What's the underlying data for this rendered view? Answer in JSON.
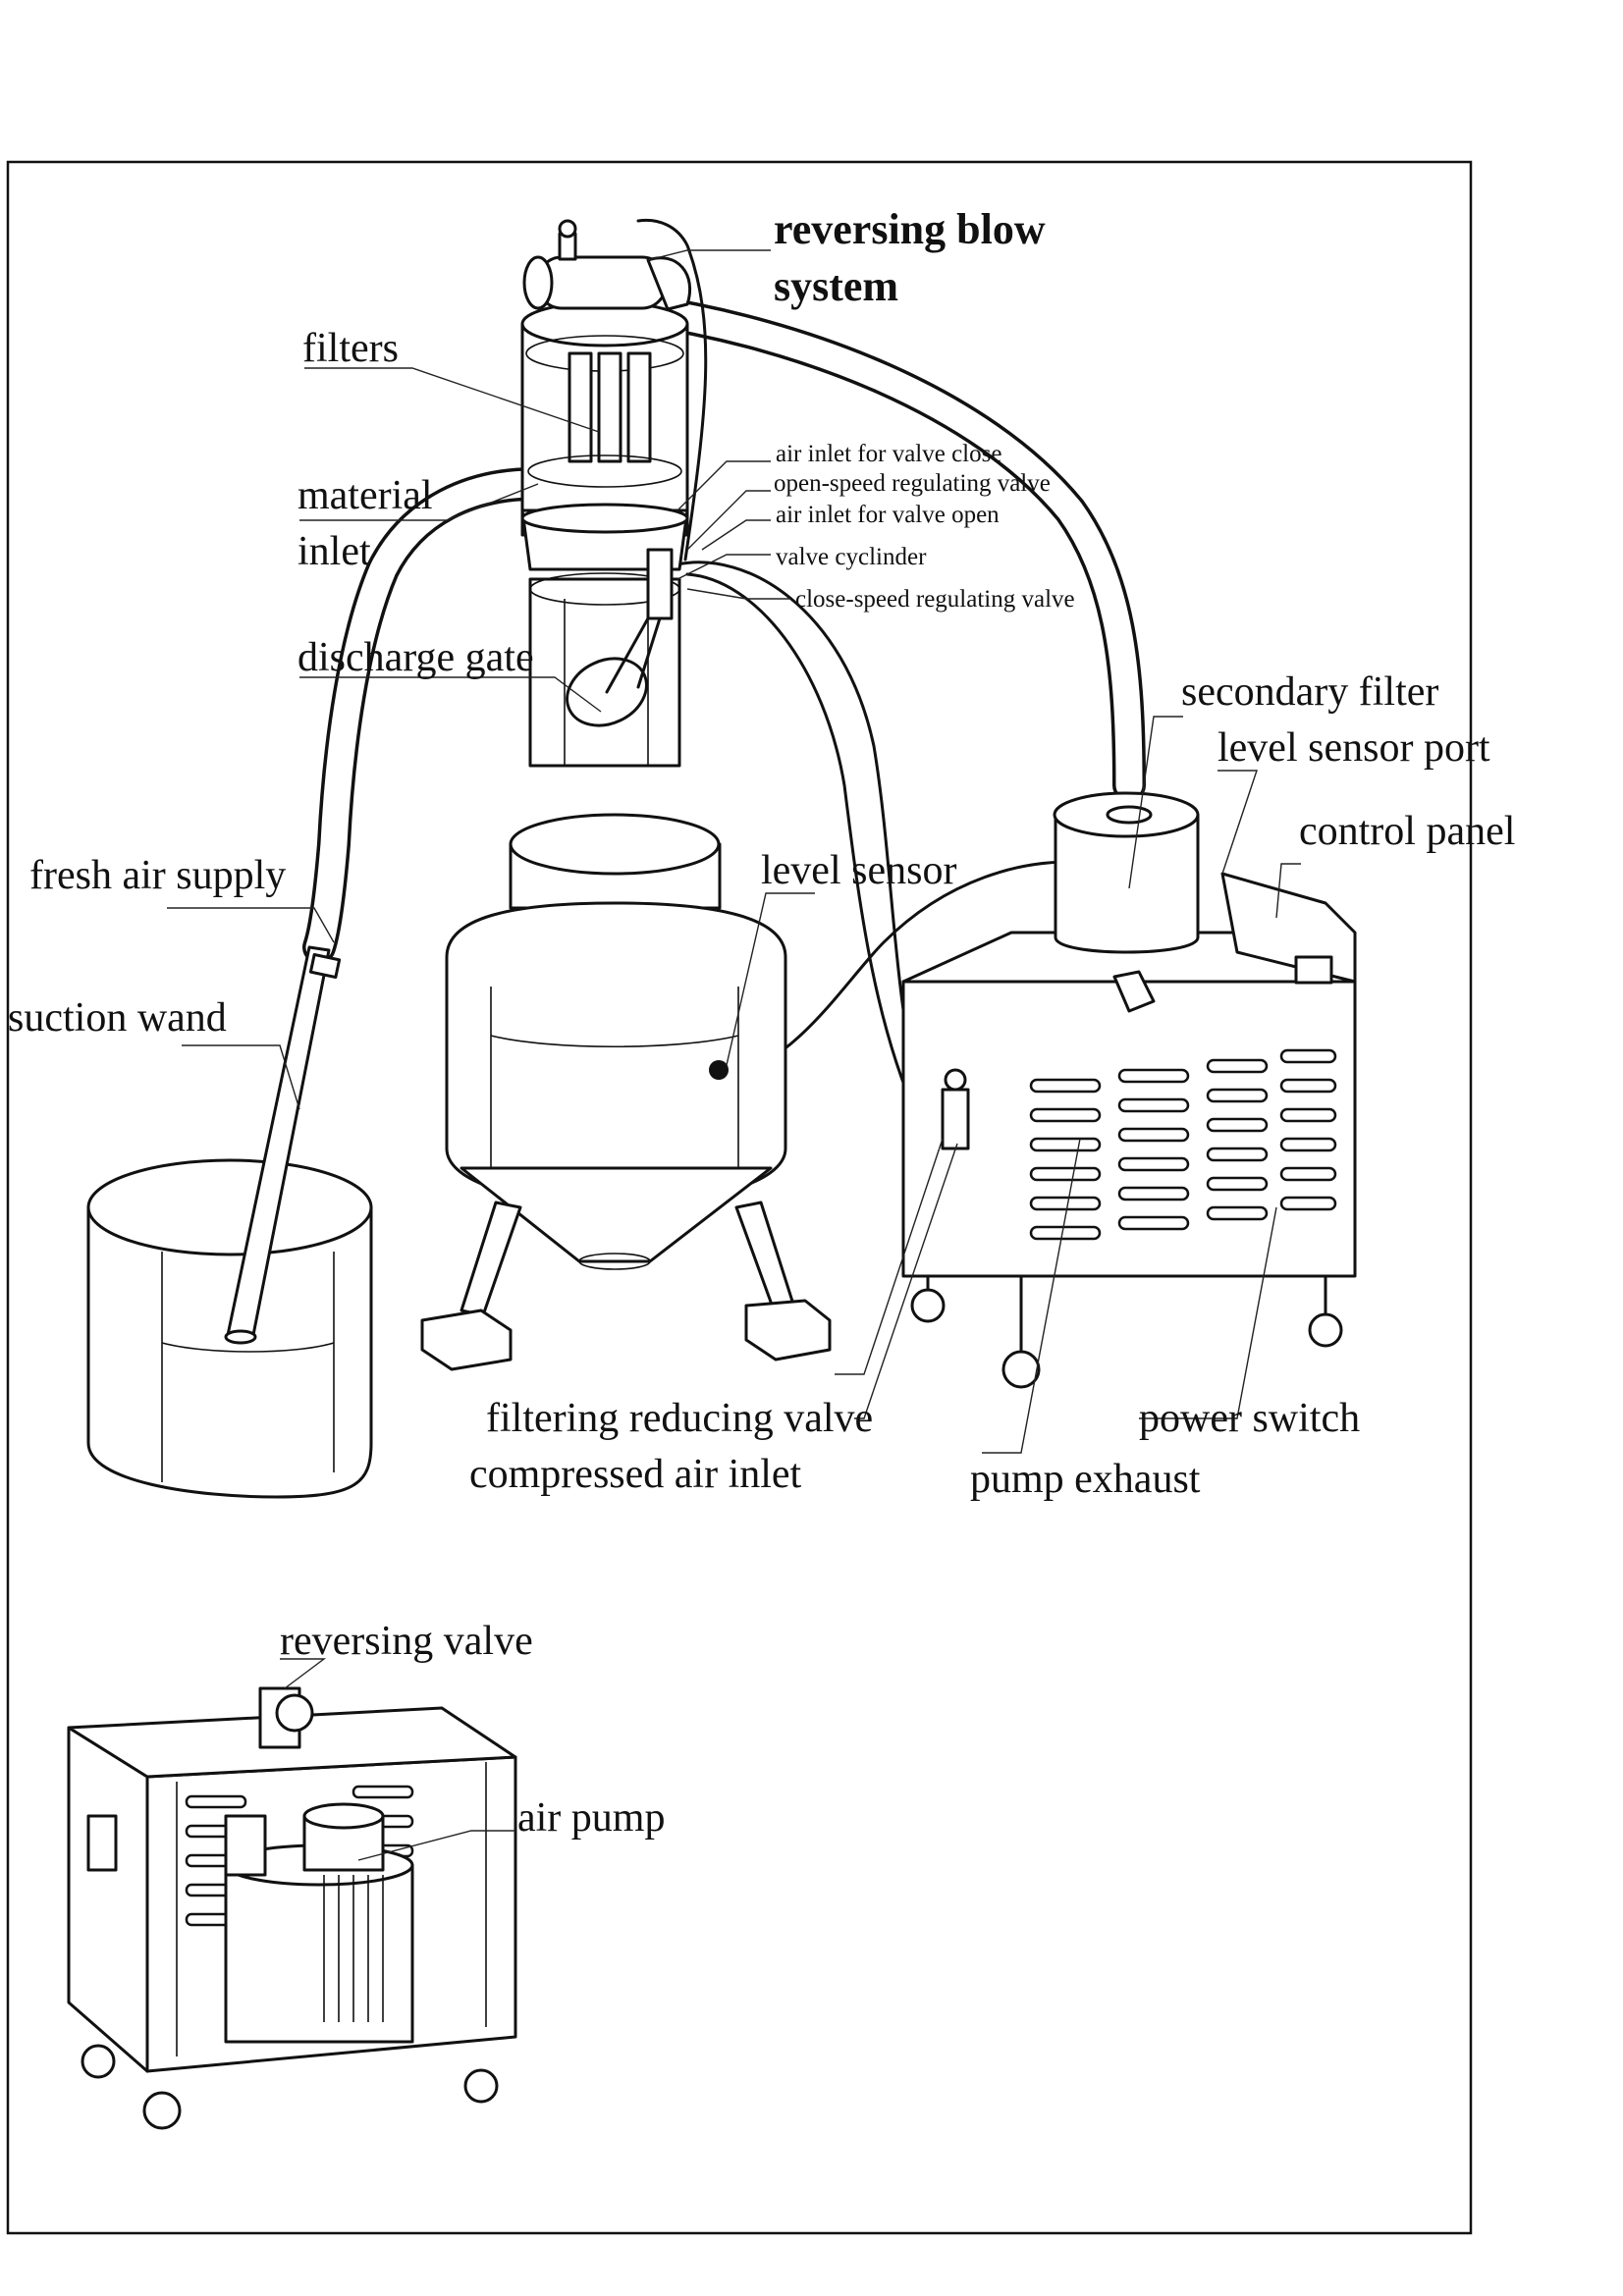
{
  "labels": {
    "reversing_blow_line1": "reversing blow",
    "reversing_blow_line2": "system",
    "filters": "filters",
    "material_line1": "material",
    "material_line2": "inlet",
    "discharge_gate": "discharge gate",
    "fresh_air_supply": "fresh air supply",
    "suction_wand": "suction wand",
    "air_inlet_close": "air inlet for valve close",
    "open_speed_valve": "open-speed regulating valve",
    "air_inlet_open": "air inlet for valve open",
    "valve_cylinder": "valve cyclinder",
    "close_speed_valve": "close-speed regulating valve",
    "secondary_filter": "secondary filter",
    "level_sensor_port": "level sensor port",
    "control_panel": "control panel",
    "level_sensor": "level sensor",
    "filtering_reducing_valve": "filtering reducing valve",
    "compressed_air_inlet": "compressed air inlet",
    "pump_exhaust": "pump exhaust",
    "power_switch": "power switch",
    "reversing_valve": "reversing valve",
    "air_pump": "air pump"
  },
  "colors": {
    "line": "#111111",
    "background": "#ffffff"
  }
}
